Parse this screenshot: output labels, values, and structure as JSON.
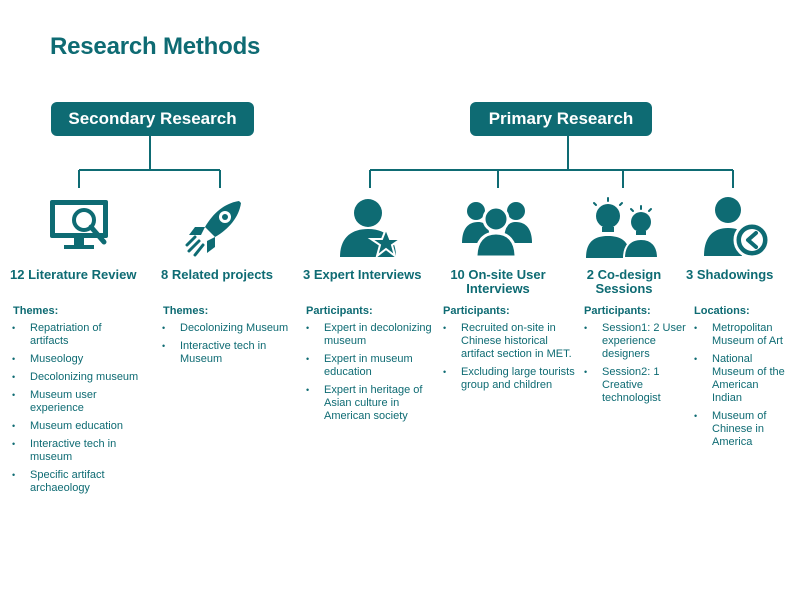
{
  "title": "Research Methods",
  "secondary": {
    "heading": "Secondary Research",
    "columns": [
      {
        "title": "12 Literature Review",
        "icon": "monitor-magnifier-icon",
        "label": "Themes:",
        "items": [
          "Repatriation of artifacts",
          "Museology",
          "Decolonizing museum",
          "Museum user experience",
          "Museum education",
          "Interactive tech in museum",
          "Specific artifact archaeology"
        ]
      },
      {
        "title": "8 Related projects",
        "icon": "rocket-icon",
        "label": "Themes:",
        "items": [
          "Decolonizing Museum",
          "Interactive tech in Museum"
        ]
      }
    ]
  },
  "primary": {
    "heading": "Primary Research",
    "columns": [
      {
        "title": "3 Expert Interviews",
        "icon": "expert-star-icon",
        "label": "Participants:",
        "items": [
          "Expert in decolonizing museum",
          "Expert in museum education",
          "Expert in heritage of Asian culture in American society"
        ]
      },
      {
        "title": "10 On-site User Interviews",
        "icon": "group-users-icon",
        "label": "Participants:",
        "items": [
          "Recruited on-site in Chinese historical artifact section in MET.",
          "Excluding large tourists group and children"
        ]
      },
      {
        "title": "2 Co-design Sessions",
        "icon": "idea-people-icon",
        "label": "Participants:",
        "items": [
          "Session1: 2 User experience designers",
          "Session2: 1 Creative technologist"
        ]
      },
      {
        "title": "3 Shadowings",
        "icon": "user-follow-icon",
        "label": "Locations:",
        "items": [
          "Metropolitan Museum of Art",
          "National Museum of the American Indian",
          "Museum of Chinese in America"
        ]
      }
    ]
  },
  "colors": {
    "primary": "#0e6b73",
    "background": "#ffffff"
  }
}
